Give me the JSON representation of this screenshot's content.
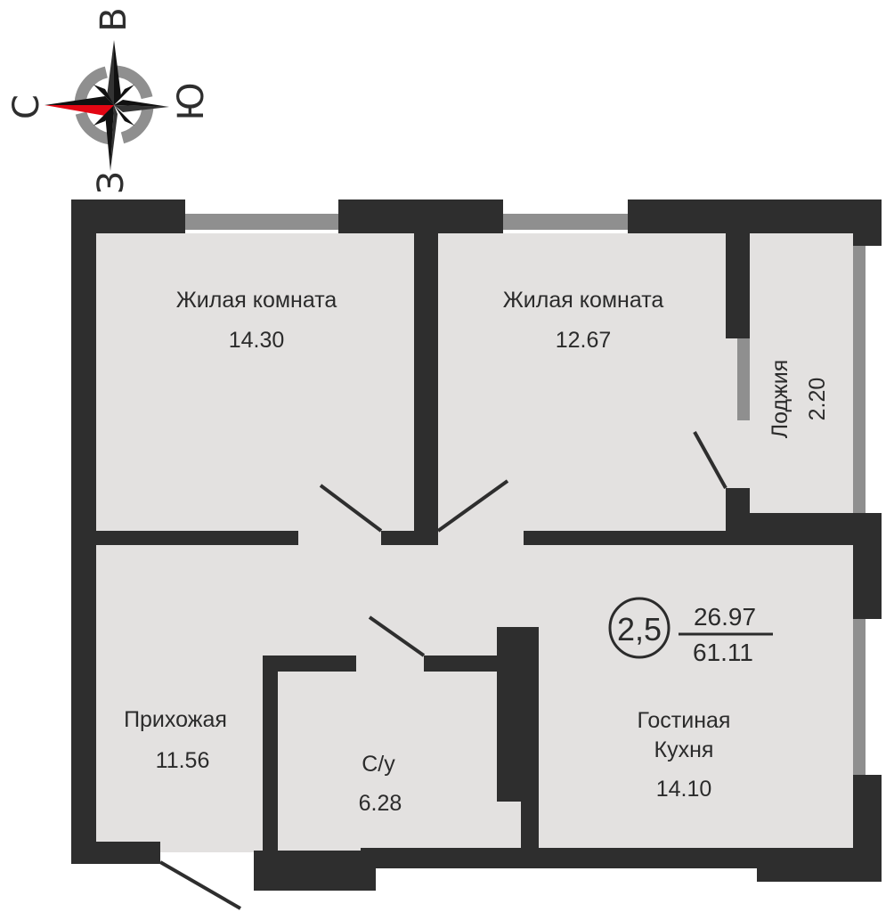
{
  "compass": {
    "north": "С",
    "east": "В",
    "south": "Ю",
    "west": "З",
    "needle_color": "#e30613"
  },
  "rooms": [
    {
      "name": "Жилая комната",
      "area": "14.30"
    },
    {
      "name": "Жилая комната",
      "area": "12.67"
    },
    {
      "name": "Лоджия",
      "area": "2.20"
    },
    {
      "name": "Прихожая",
      "area": "11.56"
    },
    {
      "name": "С/у",
      "area": "6.28"
    },
    {
      "name_line1": "Гостиная",
      "name_line2": "Кухня",
      "area": "14.10"
    }
  ],
  "summary": {
    "rooms_count": "2,5",
    "living_area": "26.97",
    "total_area": "61.11"
  },
  "colors": {
    "wall": "#2e2e2e",
    "floor": "#e3e1e0",
    "window": "#8f8f8f"
  }
}
